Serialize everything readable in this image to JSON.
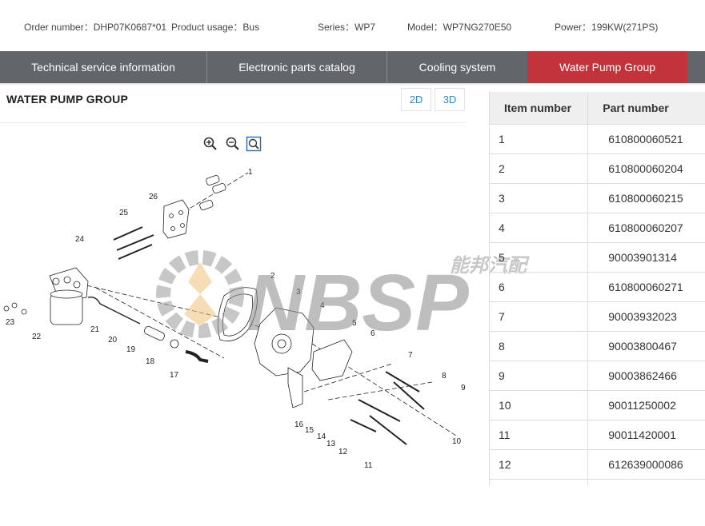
{
  "order": {
    "order_number": "Order number：DHP07K0687*01",
    "product_usage": "Product usage：Bus",
    "series": "Series：WP7",
    "model": "Model：WP7NG270E50",
    "power": "Power：199KW(271PS)"
  },
  "nav": {
    "tabs": [
      {
        "label": "Technical service information",
        "active": false
      },
      {
        "label": "Electronic parts catalog",
        "active": false
      },
      {
        "label": "Cooling system",
        "active": false
      },
      {
        "label": "Water Pump Group",
        "active": true
      }
    ]
  },
  "panel": {
    "title": "WATER PUMP GROUP",
    "view_2d": "2D",
    "view_3d": "3D",
    "zoom_icons": [
      "zoom-in-icon",
      "zoom-out-icon",
      "fit-screen-icon"
    ]
  },
  "diagram": {
    "callouts": [
      "1",
      "2",
      "3",
      "4",
      "5",
      "6",
      "7",
      "8",
      "9",
      "10",
      "11",
      "12",
      "13",
      "14",
      "15",
      "16",
      "17",
      "18",
      "19",
      "20",
      "21",
      "22",
      "23",
      "24",
      "25",
      "26"
    ]
  },
  "watermark": {
    "text": "NBSP",
    "chinese": "能邦汽配"
  },
  "table": {
    "headers": [
      "Item number",
      "Part number"
    ],
    "rows": [
      {
        "item": "1",
        "part": "610800060521"
      },
      {
        "item": "2",
        "part": "610800060204"
      },
      {
        "item": "3",
        "part": "610800060215"
      },
      {
        "item": "4",
        "part": "610800060207"
      },
      {
        "item": "5",
        "part": "90003901314"
      },
      {
        "item": "6",
        "part": "610800060271"
      },
      {
        "item": "7",
        "part": "90003932023"
      },
      {
        "item": "8",
        "part": "90003800467"
      },
      {
        "item": "9",
        "part": "90003862466"
      },
      {
        "item": "10",
        "part": "90011250002"
      },
      {
        "item": "11",
        "part": "90011420001"
      },
      {
        "item": "12",
        "part": "612639000086"
      }
    ]
  },
  "colors": {
    "nav_bg": "#62666b",
    "active_tab": "#c2333b",
    "link_blue": "#2a8ad0",
    "watermark_orange": "#f0c37a"
  }
}
